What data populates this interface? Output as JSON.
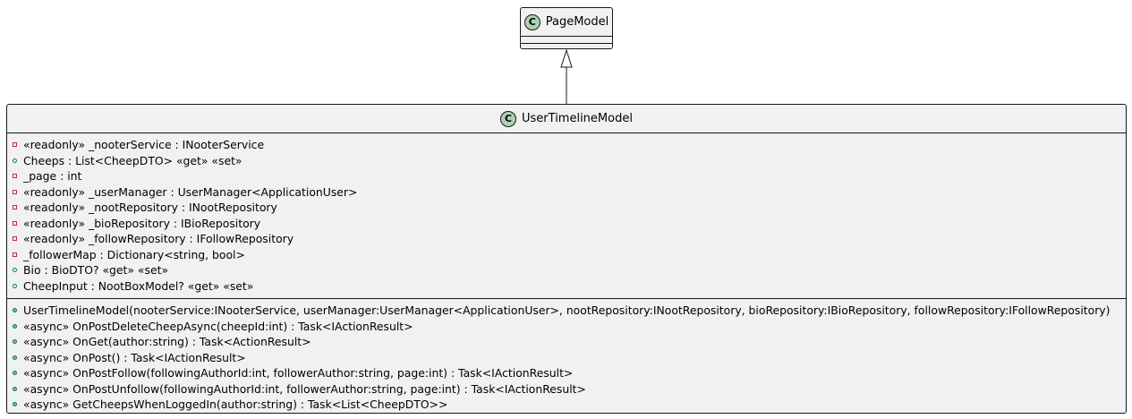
{
  "parent_class": {
    "stereotype_letter": "C",
    "name": "PageModel"
  },
  "main_class": {
    "stereotype_letter": "C",
    "name": "UserTimelineModel",
    "fields": [
      {
        "visibility": "private",
        "text": "«readonly» _nooterService : INooterService"
      },
      {
        "visibility": "public",
        "text": "Cheeps : List<CheepDTO> «get» «set»"
      },
      {
        "visibility": "private",
        "text": "_page : int"
      },
      {
        "visibility": "private",
        "text": "«readonly» _userManager : UserManager<ApplicationUser>"
      },
      {
        "visibility": "private",
        "text": "«readonly» _nootRepository : INootRepository"
      },
      {
        "visibility": "private",
        "text": "«readonly» _bioRepository : IBioRepository"
      },
      {
        "visibility": "private",
        "text": "«readonly» _followRepository : IFollowRepository"
      },
      {
        "visibility": "private",
        "text": "_followerMap : Dictionary<string, bool>"
      },
      {
        "visibility": "public",
        "text": "Bio : BioDTO? «get» «set»"
      },
      {
        "visibility": "public",
        "text": "CheepInput : NootBoxModel? «get» «set»"
      }
    ],
    "methods": [
      {
        "visibility": "public-method",
        "text": "UserTimelineModel(nooterService:INooterService, userManager:UserManager<ApplicationUser>, nootRepository:INootRepository, bioRepository:IBioRepository, followRepository:IFollowRepository)"
      },
      {
        "visibility": "public-method",
        "text": "«async» OnPostDeleteCheepAsync(cheepId:int) : Task<IActionResult>"
      },
      {
        "visibility": "public-method",
        "text": "«async» OnGet(author:string) : Task<ActionResult>"
      },
      {
        "visibility": "public-method",
        "text": "«async» OnPost() : Task<IActionResult>"
      },
      {
        "visibility": "public-method",
        "text": "«async» OnPostFollow(followingAuthorId:int, followerAuthor:string, page:int) : Task<IActionResult>"
      },
      {
        "visibility": "public-method",
        "text": "«async» OnPostUnfollow(followingAuthorId:int, followerAuthor:string, page:int) : Task<IActionResult>"
      },
      {
        "visibility": "public-method",
        "text": "«async» GetCheepsWhenLoggedIn(author:string) : Task<List<CheepDTO>>"
      }
    ]
  },
  "colors": {
    "class_fill": "#f1f1f1",
    "border": "#181818",
    "class_icon": "#add1b2",
    "private_marker": "#c82930",
    "public_marker": "#038048",
    "public_method_fill": "#84be84"
  }
}
